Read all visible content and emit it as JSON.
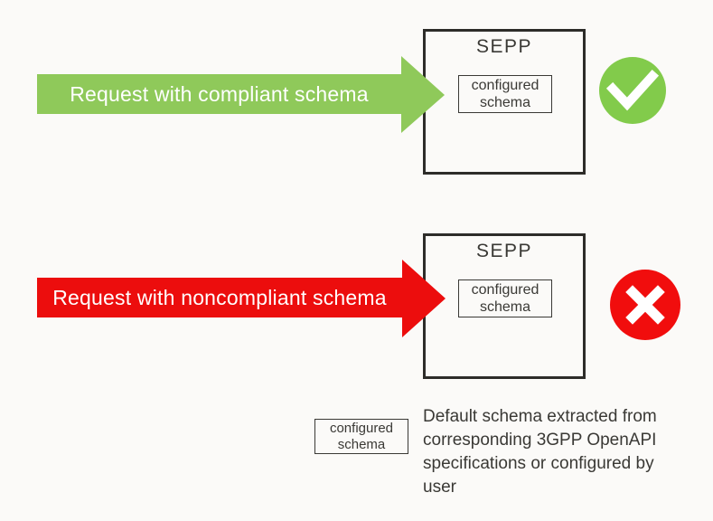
{
  "colors": {
    "bg": "#FBFAF8",
    "arrow-green": "#8FC95A",
    "arrow-red": "#EC0D0D",
    "icon-green": "#82CB4B",
    "icon-red": "#F10D0D",
    "border-dark": "#2D2C29",
    "text-dark": "#3A3935",
    "arrow-text": "#FFFFFF"
  },
  "rows": [
    {
      "arrow_label": "Request with compliant schema",
      "node_title": "SEPP",
      "schema_box": {
        "line1": "configured",
        "line2": "schema"
      },
      "status": "success"
    },
    {
      "arrow_label": "Request with noncompliant schema",
      "node_title": "SEPP",
      "schema_box": {
        "line1": "configured",
        "line2": "schema"
      },
      "status": "failure"
    }
  ],
  "legend": {
    "box": {
      "line1": "configured",
      "line2": "schema"
    },
    "description_lines": [
      "Default schema extracted from",
      "corresponding 3GPP OpenAPI",
      "specifications or configured by",
      "user"
    ]
  }
}
